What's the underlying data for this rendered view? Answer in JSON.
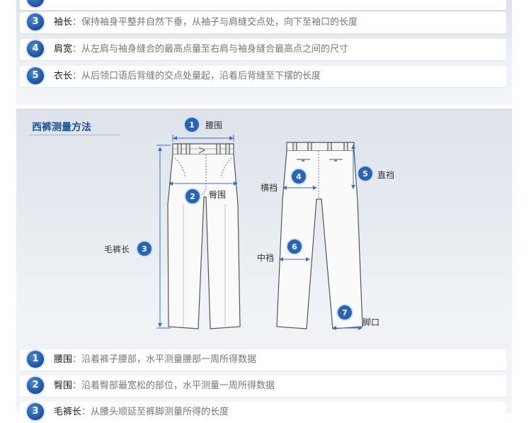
{
  "top_list": [
    {
      "num": "",
      "label": "",
      "desc": ""
    },
    {
      "num": "3",
      "label": "袖长",
      "desc": "保持袖身平整并自然下垂，从袖子与肩缝交点处，向下至袖口的长度"
    },
    {
      "num": "4",
      "label": "肩宽",
      "desc": "从左肩与袖身缝合的最高点量至右肩与袖身缝合最高点之间的尺寸"
    },
    {
      "num": "5",
      "label": "衣长",
      "desc": "从后领口语后背缝的交点处量起，沿着后背缝至下摆的长度"
    }
  ],
  "pants_section": {
    "title": "西裤测量方法",
    "markers": {
      "m1": {
        "num": "1",
        "label": "腰围"
      },
      "m2": {
        "num": "2",
        "label": "臀围"
      },
      "m3": {
        "num": "3",
        "label": "毛裤长"
      },
      "m4": {
        "num": "4",
        "label": "横裆"
      },
      "m5": {
        "num": "5",
        "label": "直裆"
      },
      "m6": {
        "num": "6",
        "label": "中裆"
      },
      "m7": {
        "num": "7",
        "label": "脚口"
      }
    },
    "items": [
      {
        "num": "1",
        "label": "腰围",
        "desc": "沿着裤子腰部，水平测量腰部一周所得数据"
      },
      {
        "num": "2",
        "label": "臀围",
        "desc": "沿着臀部最宽松的部位，水平测量一周所得数据"
      },
      {
        "num": "3",
        "label": "毛裤长",
        "desc": "从腰头顺延至裤脚测量所得的长度"
      }
    ]
  },
  "colors": {
    "accent": "#1e4e96",
    "badge": "#2a63b3",
    "guide": "#3b6fc4"
  }
}
